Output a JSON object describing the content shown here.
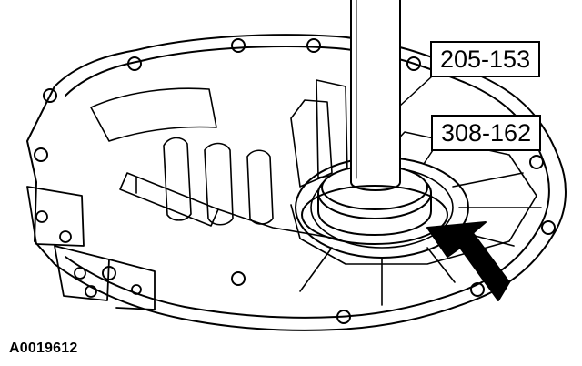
{
  "figure": {
    "id": "A0019612",
    "callouts": [
      {
        "label": "205-153"
      },
      {
        "label": "308-162"
      }
    ],
    "style": {
      "line_color": "#000000",
      "background": "#ffffff"
    }
  }
}
